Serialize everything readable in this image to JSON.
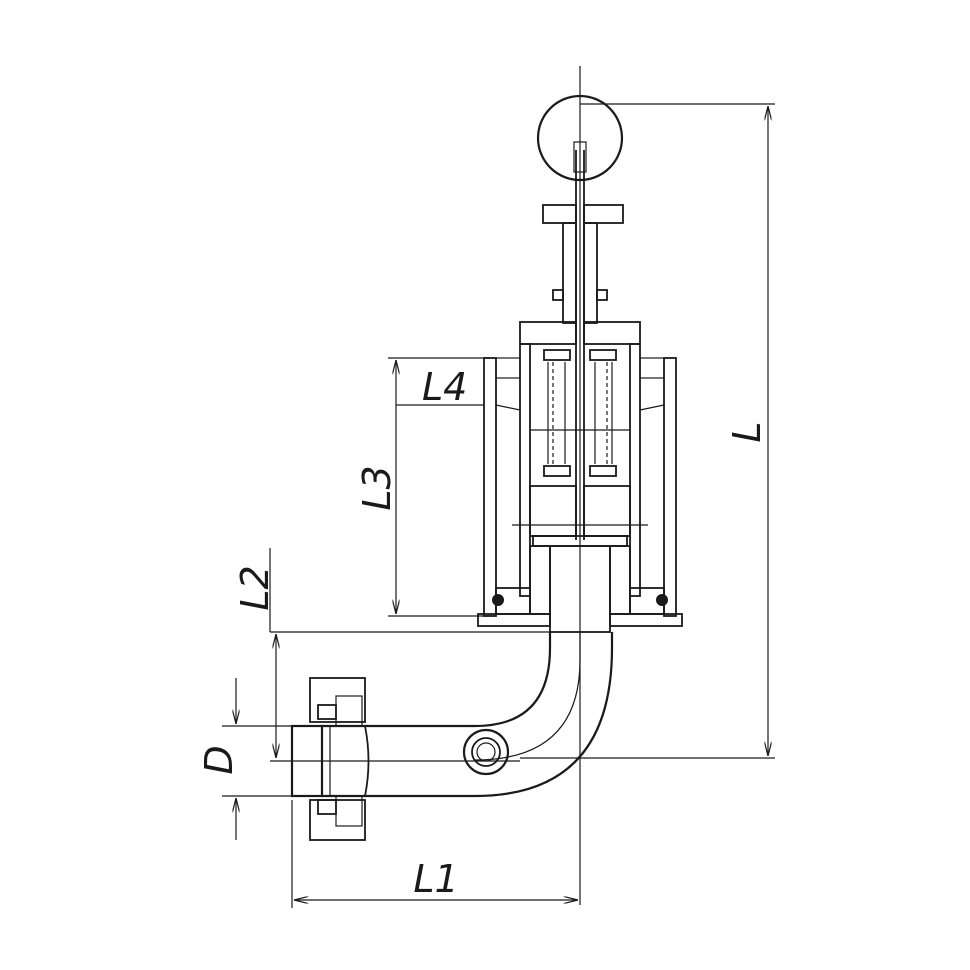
{
  "dimensions": {
    "L": "L",
    "L1": "L1",
    "L2": "L2",
    "L3": "L3",
    "L4": "L4",
    "D": "D"
  },
  "colors": {
    "line": "#1a1a1a",
    "background": "#ffffff"
  }
}
